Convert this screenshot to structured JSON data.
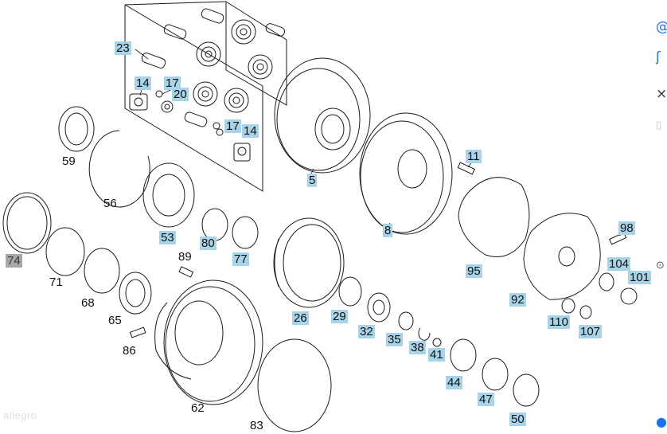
{
  "labels": {
    "p23": "23",
    "p14a": "14",
    "p17a": "17",
    "p20": "20",
    "p17b": "17",
    "p14b": "14",
    "p59": "59",
    "p56": "56",
    "p53": "53",
    "p80": "80",
    "p77": "77",
    "p5": "5",
    "p8": "8",
    "p11": "11",
    "p95": "95",
    "p98": "98",
    "p104": "104",
    "p101": "101",
    "p92": "92",
    "p110": "110",
    "p107": "107",
    "p74": "74",
    "p71": "71",
    "p68": "68",
    "p65": "65",
    "p89": "89",
    "p86": "86",
    "p26": "26",
    "p29": "29",
    "p32": "32",
    "p35": "35",
    "p38": "38",
    "p41": "41",
    "p44": "44",
    "p47": "47",
    "p50": "50",
    "p62": "62",
    "p83": "83"
  },
  "watermark": "allegro",
  "edge_icons": [
    "swirl-icon",
    "swirl-icon",
    "broken-image-icon",
    "more-icon"
  ],
  "colors": {
    "highlight": "#a9d3e8",
    "highlight_gray": "#a8a8a8",
    "line": "#1a1a1a"
  }
}
